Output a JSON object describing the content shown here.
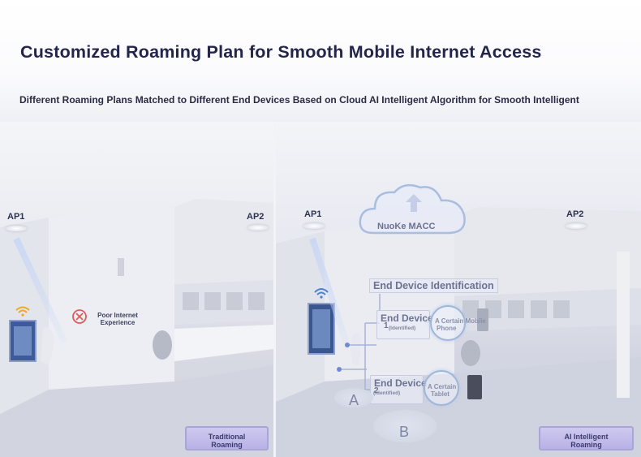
{
  "header": {
    "title": "Customized Roaming Plan for Smooth Mobile Internet Access",
    "subtitle": "Different Roaming Plans Matched to Different End Devices Based on Cloud AI Intelligent Algorithm for Smooth Intelligent"
  },
  "left_panel": {
    "ap1": "AP1",
    "ap2": "AP2",
    "poor_line1": "Poor Internet",
    "poor_line2": "Experience",
    "button_line1": "Traditional",
    "button_line2": "Roaming"
  },
  "right_panel": {
    "ap1": "AP1",
    "ap2": "AP2",
    "cloud": "NuoKe MACC",
    "identification": "End Device Identification",
    "device1": {
      "name": "End Device",
      "num": "1",
      "sub": "(Identified)",
      "tag_line1": "A Certain Mobile",
      "tag_line2": "Phone"
    },
    "device2": {
      "name": "End Device",
      "num": "2",
      "sub": "(Identified)",
      "tag_line1": "A Certain",
      "tag_line2": "Tablet"
    },
    "bubble_a": "A",
    "bubble_b": "B",
    "button_line1": "AI Intelligent",
    "button_line2": "Roaming"
  },
  "colors": {
    "title": "#23264a",
    "button_fill": "#c3bdea",
    "button_border": "#a9a5d6",
    "error_red": "#e05a5a",
    "wifi_orange": "#f2a623",
    "wifi_blue": "#4f7fd6"
  }
}
